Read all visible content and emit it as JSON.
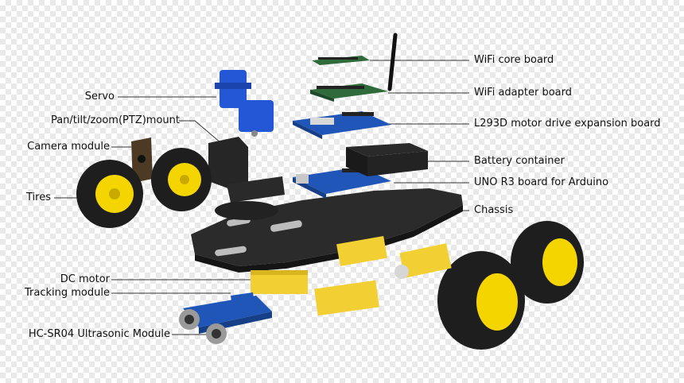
{
  "labels": {
    "wifi_core": "WiFi core board",
    "wifi_adapter": "WiFi adapter board",
    "l293d": "L293D motor drive expansion board",
    "battery": "Battery container",
    "uno": "UNO R3 board for Arduino",
    "chassis": "Chassis",
    "servo": "Servo",
    "ptz": "Pan/tilt/zoom(PTZ)mount",
    "camera": "Camera module",
    "tires": "Tires",
    "dc_motor": "DC motor",
    "tracking": "Tracking module",
    "ultrasonic": "HC-SR04 Ultrasonic Module"
  },
  "colors": {
    "chassis": "#2b2b2b",
    "board_blue": "#1f56b8",
    "board_green": "#2f6b3a",
    "motor_yellow": "#f2cf33",
    "wheel_hub": "#f4d500",
    "tire": "#1e1e1e",
    "servo_blue": "#2457d6"
  }
}
